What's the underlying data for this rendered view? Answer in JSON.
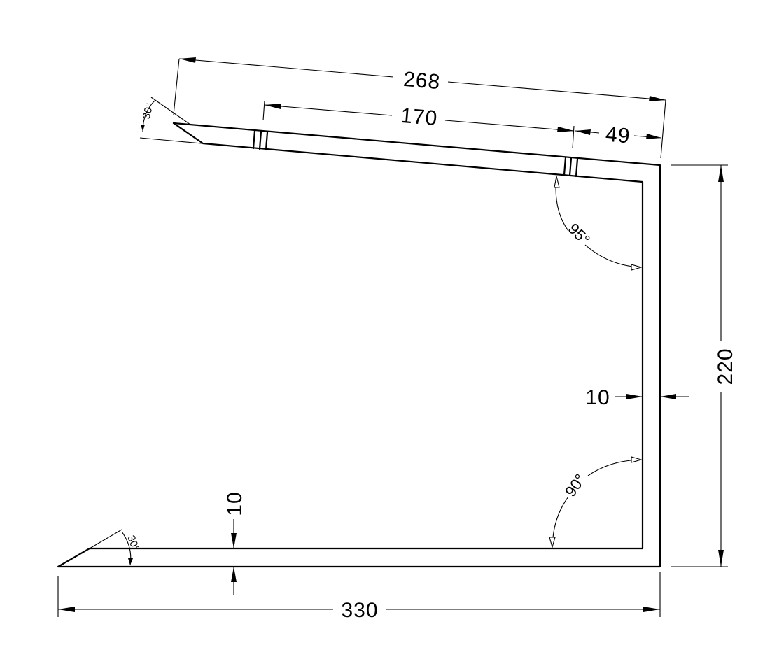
{
  "dimensions": {
    "top_overall": "268",
    "top_inner": "170",
    "top_end": "49",
    "right_height": "220",
    "wall_thickness": "10",
    "base_thickness": "10",
    "bottom_overall": "330"
  },
  "angles": {
    "top_bend": "95°",
    "bottom_bend": "90°",
    "top_chamfer": "30°",
    "bottom_chamfer": "30°"
  }
}
